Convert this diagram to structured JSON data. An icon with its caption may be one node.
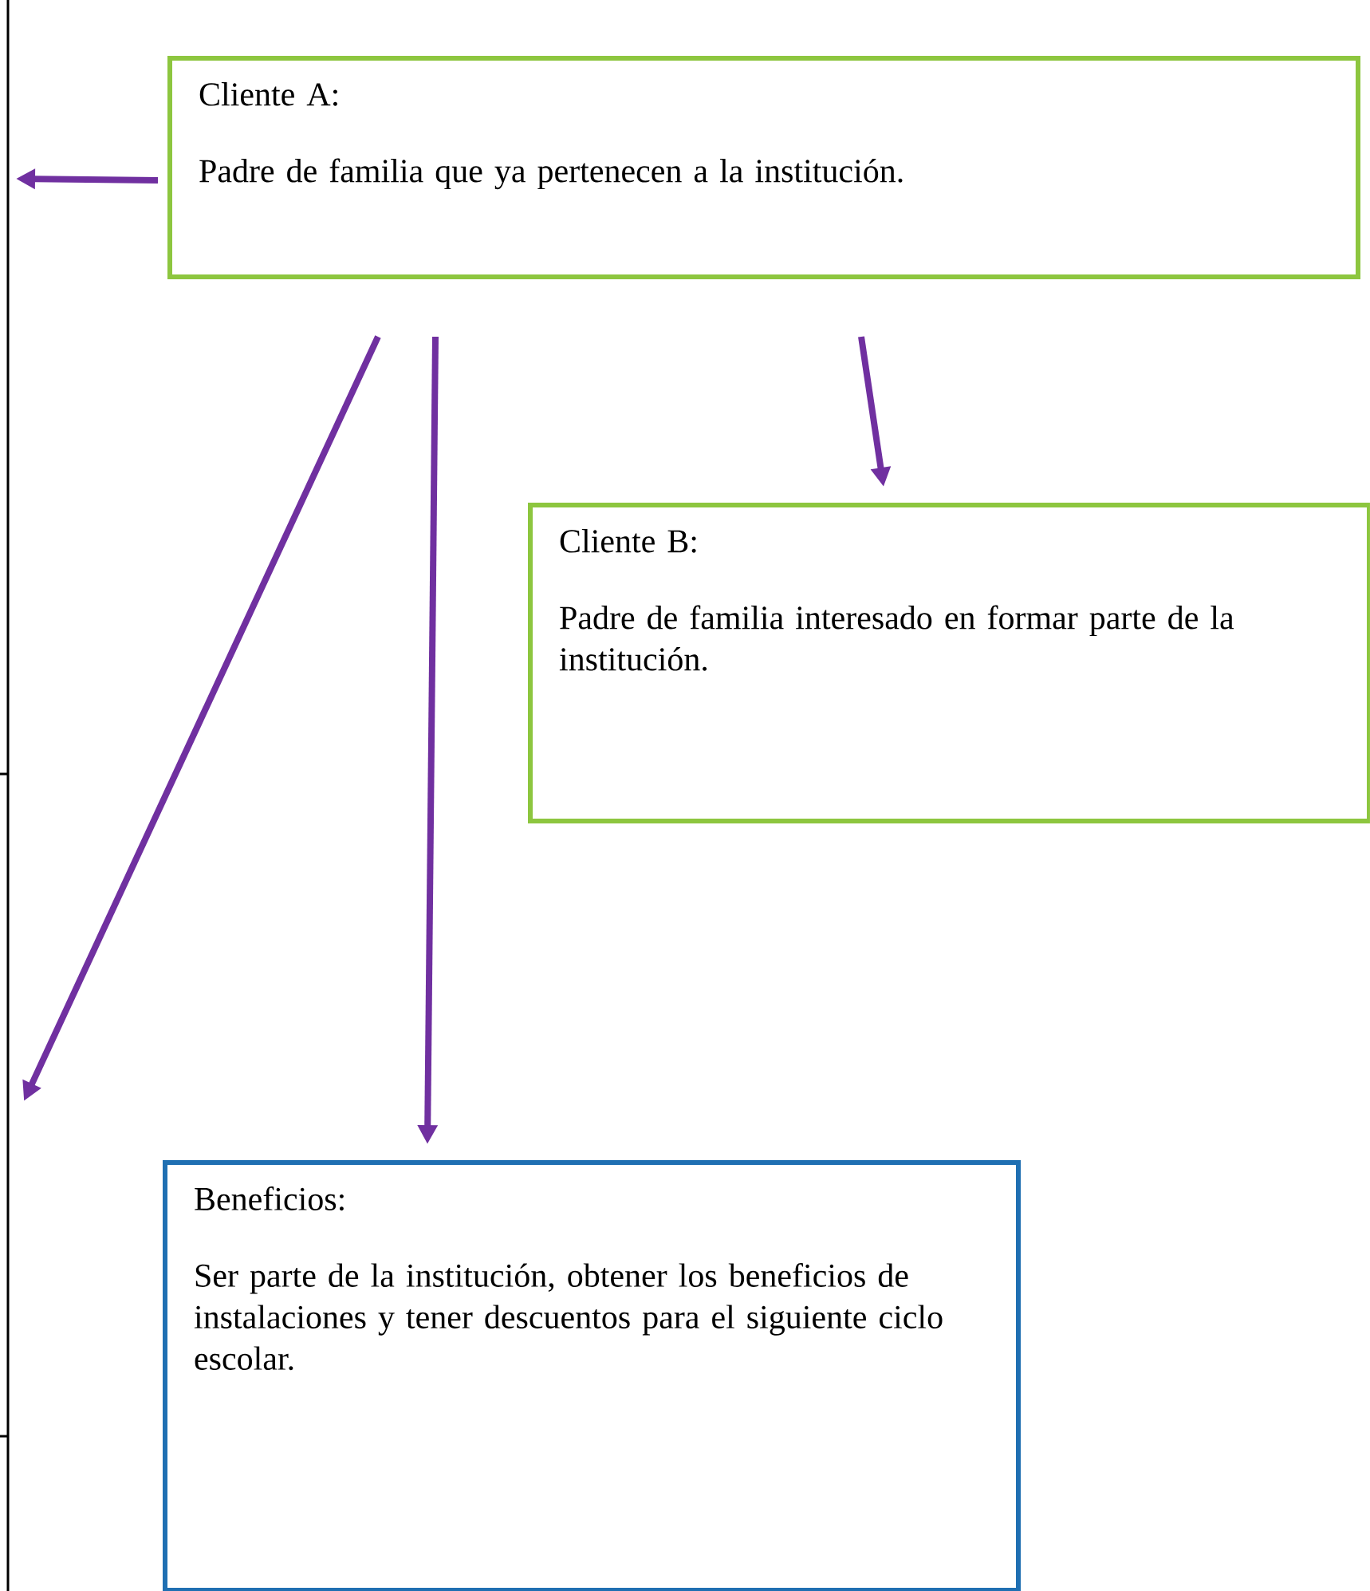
{
  "diagram": {
    "nodes": [
      {
        "text": [
          "Cliente A:",
          "Padre de familia que ya pertenecen a la institución."
        ]
      },
      {
        "text": [
          "Cliente B:",
          "Padre de familia interesado en formar parte de la institución."
        ]
      },
      {
        "text": [
          "Beneficios:",
          "Ser parte de la institución, obtener los beneficios de instalaciones y tener descuentos para el siguiente ciclo escolar."
        ]
      }
    ],
    "edges": [
      {
        "from": 0,
        "to": null,
        "arrow": "to"
      },
      {
        "from": 0,
        "to": null,
        "arrow": "to"
      },
      {
        "from": 0,
        "to": 2,
        "arrow": "to"
      },
      {
        "from": 0,
        "to": 1,
        "arrow": "to"
      }
    ]
  }
}
